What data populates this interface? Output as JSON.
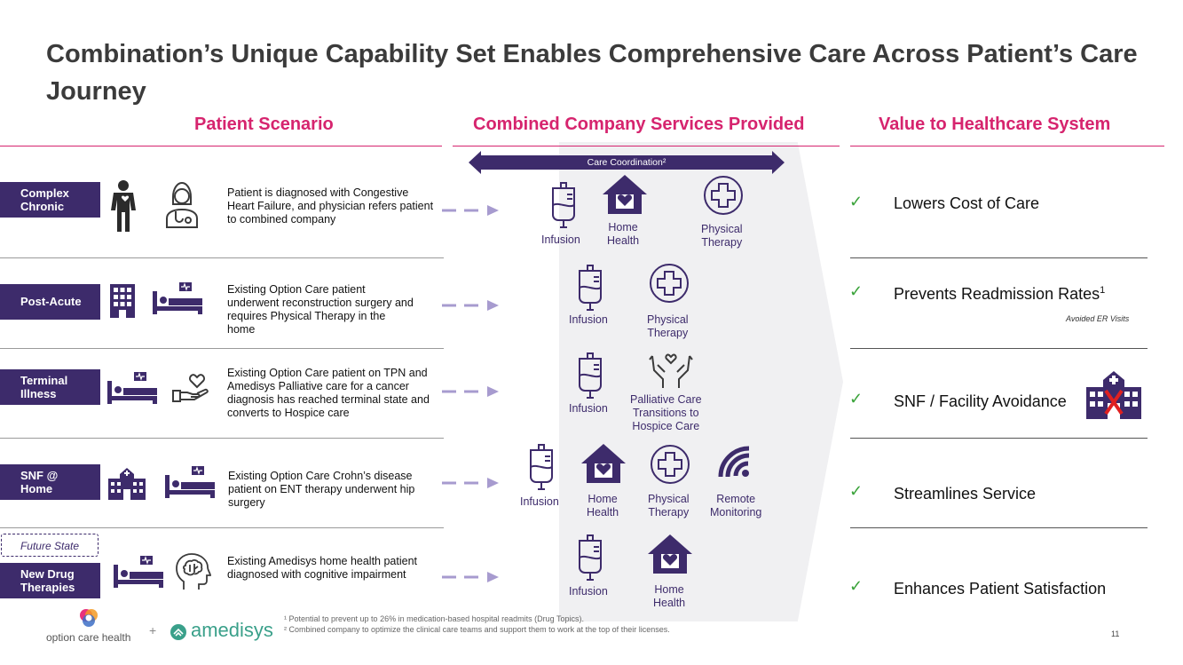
{
  "title": "Combination’s Unique Capability Set Enables Comprehensive Care Across Patient’s Care Journey",
  "headers": {
    "patient": "Patient Scenario",
    "services": "Combined Company Services Provided",
    "value": "Value to Healthcare System"
  },
  "care_coordination": "Care Coordination²",
  "future_state": "Future State",
  "rows": [
    {
      "label_l1": "Complex",
      "label_l2": "Chronic",
      "desc": "Patient is diagnosed with Congestive Heart Failure, and physician refers patient to combined company"
    },
    {
      "label": "Post-Acute",
      "desc": "Existing Option Care patient underwent reconstruction surgery and requires Physical Therapy in the home"
    },
    {
      "label_l1": "Terminal",
      "label_l2": "Illness",
      "desc": "Existing Option Care patient on TPN and Amedisys Palliative care for a cancer diagnosis has reached terminal state and converts to Hospice care"
    },
    {
      "label_l1": "SNF @",
      "label_l2": "Home",
      "desc": "Existing Option Care Crohn’s disease patient on ENT therapy underwent hip surgery"
    },
    {
      "label_l1": "New Drug",
      "label_l2": "Therapies",
      "desc": "Existing Amedisys home health patient diagnosed with cognitive impairment"
    }
  ],
  "services": {
    "infusion": "Infusion",
    "home_health_l1": "Home",
    "home_health_l2": "Health",
    "physical_therapy_l1": "Physical",
    "physical_therapy_l2": "Therapy",
    "palliative_l1": "Palliative Care",
    "palliative_l2": "Transitions to",
    "palliative_l3": "Hospice Care",
    "remote_l1": "Remote",
    "remote_l2": "Monitoring"
  },
  "values": {
    "v1": "Lowers Cost of Care",
    "v2": "Prevents Readmission Rates",
    "v2_sup": "1",
    "v2_note": "Avoided ER Visits",
    "v3": "SNF / Facility Avoidance",
    "v4": "Streamlines Service",
    "v5": "Enhances Patient Satisfaction",
    "check": "✓"
  },
  "footnotes": {
    "f1": "¹ Potential to prevent up to 26% in medication-based hospital readmits (Drug Topics).",
    "f2": "² Combined company to optimize the clinical care teams and support them to work at the top of their licenses."
  },
  "logos": {
    "option_care": "option care health",
    "plus": "+",
    "amedisys": "amedisys"
  },
  "page_number": "11",
  "colors": {
    "accent": "#d6246e",
    "navy": "#3d2b6b",
    "check": "#3aa33a"
  }
}
